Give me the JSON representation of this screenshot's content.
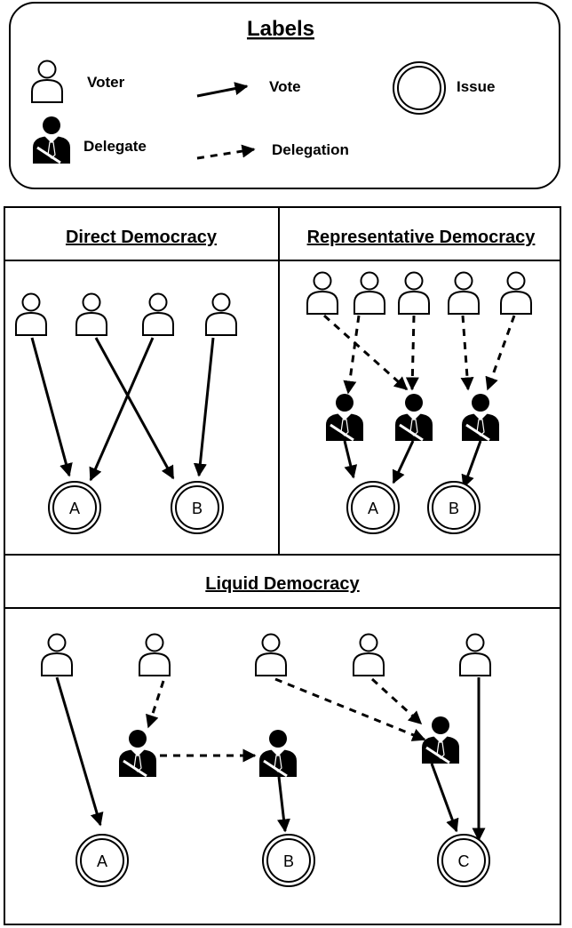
{
  "legend": {
    "title": "Labels",
    "voter": "Voter",
    "vote": "Vote",
    "issue": "Issue",
    "delegate": "Delegate",
    "delegation": "Delegation"
  },
  "panels": {
    "direct": {
      "title": "Direct Democracy",
      "issues": [
        "A",
        "B"
      ]
    },
    "representative": {
      "title": "Representative Democracy",
      "issues": [
        "A",
        "B"
      ]
    },
    "liquid": {
      "title": "Liquid Democracy",
      "issues": [
        "A",
        "B",
        "C"
      ]
    }
  }
}
